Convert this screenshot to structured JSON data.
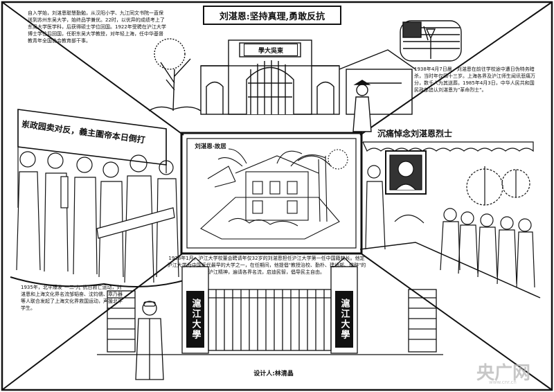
{
  "top_title": "刘湛恩:坚持真理,勇敢反抗",
  "top_gate_sign": "學大吳東",
  "top_text": "自入学始，刘湛恩聪慧勤勉，从汉阳小学、九江同文书院一直保送到苏州东吴大学，始终品学兼优。22时，以优异的成绩考上了东吴大学医学科，后获得硕士学位回国。1922年受聘在沪江大学博士学位后回国，任职东吴大学教授，对年轻上海，任中华基督教青年全国协会教育部干事。",
  "right_title": "沉痛悼念刘湛恩烈士",
  "right_text": "1938年4月7日晨，刘湛恩在前往学校途中遭日伪特务暗杀，当时年仅四十三岁。上海各界及沪江师生闻讯悲痛万分，数千人为其送葬。1985年4月3日，中华人民共和国民政部追认刘湛恩为\"革命烈士\"。",
  "center_title": "刘湛恩·故居",
  "bottom_text": "1928年1月，沪江大学校董会聘请年仅32岁的刘湛恩担任沪江大学第一任中国籍校长。他定沪江大学为中国近代最早的大学之一，在任期间，他提倡\"教授治校、勤朴、建设部、增辟\"的沪江精神，遍请各界名流，启迪民智，倡导民主自由。",
  "left_banner": "岽政园卖对反，義主圍帝本日倒打",
  "left_text": "1935年，北平爆发\"一二·九\"抗日救亡运动，刘湛恩和上海文化界名流邹韬奋、沈钧儒、章乃器等人联合发起了上海文化界救国运动，声援北平学生。",
  "gate_left": "滬江大學",
  "gate_right": "滬江大學",
  "designer": "设计人:林清晶",
  "watermark": "央广网",
  "watermark_url": "www.cnr.cn"
}
